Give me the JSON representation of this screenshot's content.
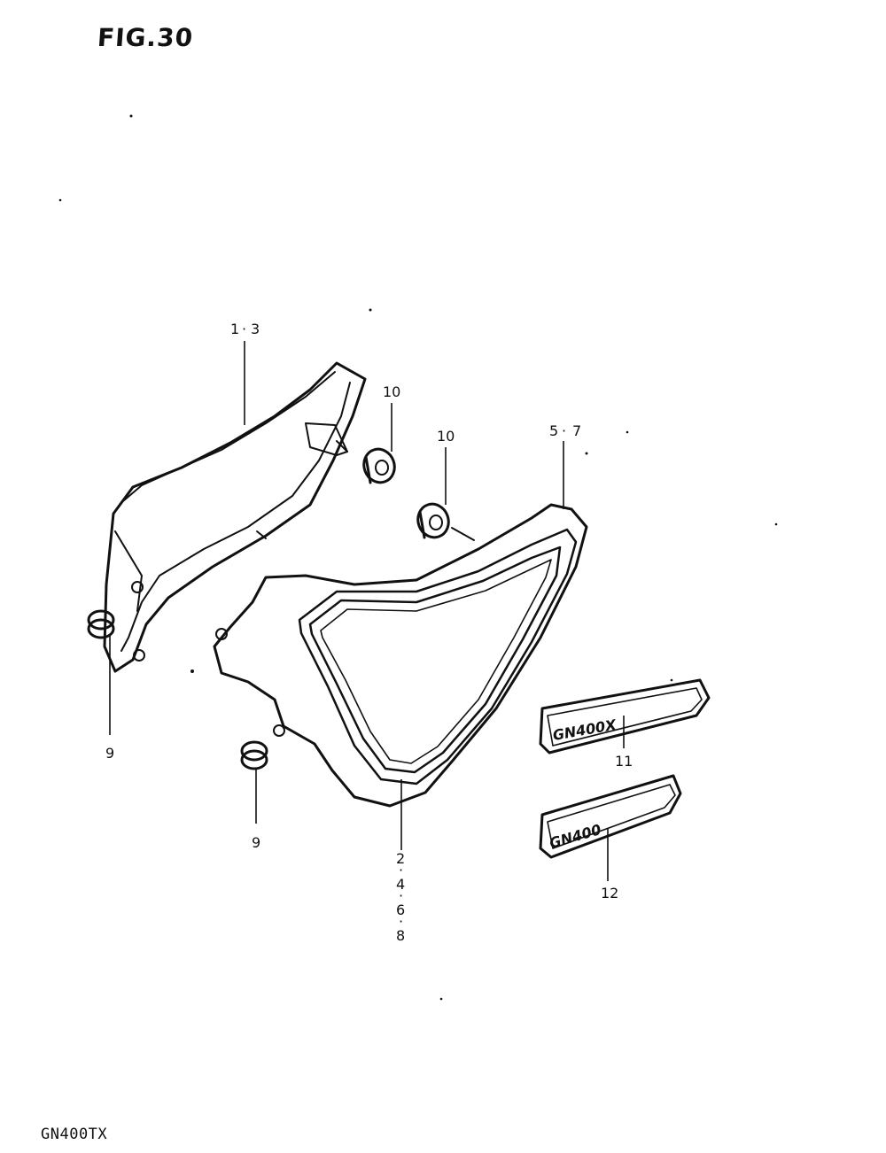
{
  "figure": {
    "title": "FIG.30",
    "model_code": "GN400TX"
  },
  "callouts": {
    "left_cover": [
      "1",
      "3"
    ],
    "right_cover_top": [
      "5",
      "7"
    ],
    "right_cover_bottom": [
      "2",
      "4",
      "6",
      "8"
    ],
    "grommet_a": "10",
    "grommet_b": "10",
    "cushion_left": "9",
    "cushion_right": "9",
    "emblem_gn400x": "11",
    "emblem_gn400": "12"
  },
  "emblems": {
    "emblem_11_text": "GN400X",
    "emblem_12_text": "GN400"
  }
}
